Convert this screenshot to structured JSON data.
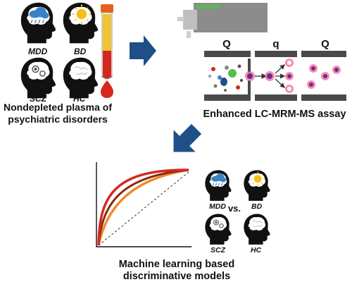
{
  "heads_top": {
    "labels": [
      "MDD",
      "BD",
      "SCZ",
      "HC"
    ],
    "icons": [
      "head-rain-cloud-icon",
      "head-sun-icon",
      "head-gears-icon",
      "head-brain-icon"
    ]
  },
  "blood_tube": {
    "icon": "blood-tube-icon",
    "drop_icon": "blood-drop-icon"
  },
  "plasma_caption": [
    "Nondepleted plasma of",
    "psychiatric disorders"
  ],
  "ms_panel": {
    "stage_labels": [
      "Q",
      "q",
      "Q"
    ],
    "caption": "Enhanced LC-MRM-MS assay"
  },
  "heads_bottom": {
    "labels": [
      "MDD",
      "BD",
      "SCZ",
      "HC"
    ],
    "vs_label": "vs."
  },
  "model_caption": [
    "Machine learning based",
    "discriminative models"
  ],
  "colors": {
    "arrow": "#1e4f86",
    "cloud": "#3b82c4",
    "sun": "#f4c016",
    "blood": "#d7261e",
    "tube_liquid": "#f0c331",
    "tube_cap": "#e9601f",
    "roc_red": "#d32a1f",
    "roc_brown": "#8a2a1a",
    "roc_orange": "#f08a2a",
    "ion_pink": "#f06a8a",
    "ion_purple": "#6a2a9a"
  }
}
